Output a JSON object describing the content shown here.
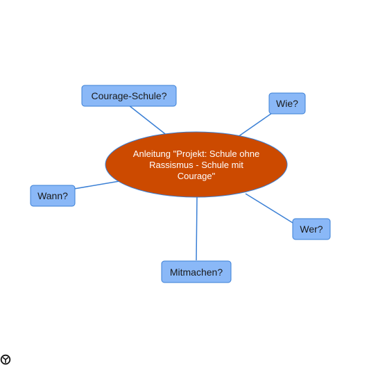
{
  "center": {
    "lines": [
      "Anleitung \"Projekt: Schule ohne",
      "Rassismus - Schule mit",
      "Courage\""
    ],
    "color": "#cc4a00"
  },
  "topics": [
    {
      "id": "courage-schule",
      "label": "Courage-Schule?"
    },
    {
      "id": "wie",
      "label": "Wie?"
    },
    {
      "id": "wann",
      "label": "Wann?"
    },
    {
      "id": "wer",
      "label": "Wer?"
    },
    {
      "id": "mitmachen",
      "label": "Mitmachen?"
    }
  ],
  "colors": {
    "topic_fill": "#8ab8f7",
    "connector": "#3a7fd5"
  },
  "icons": {
    "corner": "mindmap-logo-icon"
  }
}
